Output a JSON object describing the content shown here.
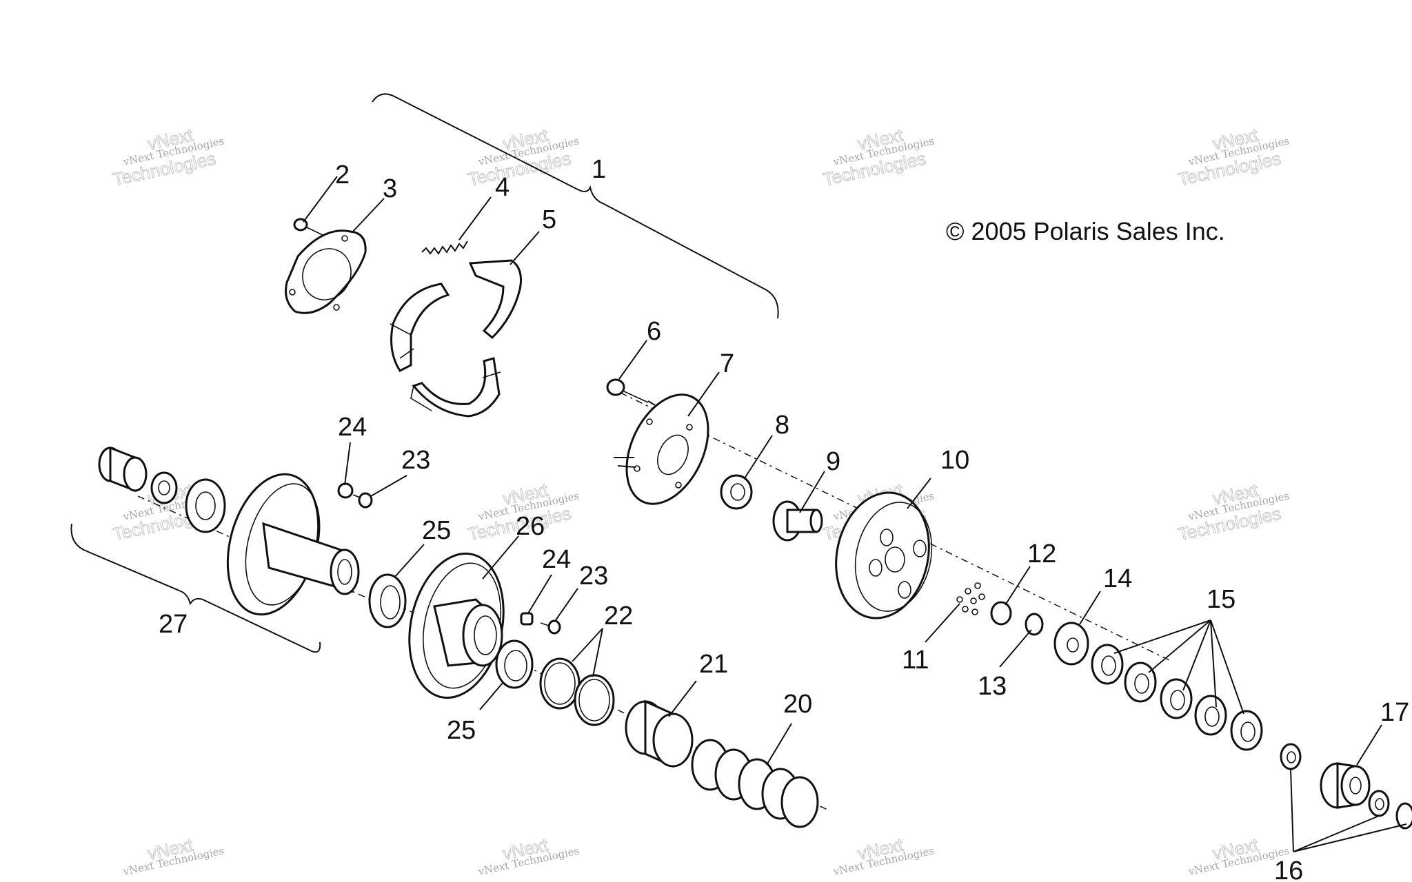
{
  "copyright": "© 2005 Polaris Sales Inc.",
  "watermark": {
    "line1": "vNext Technologies",
    "line2": "vNext",
    "line3": "Technologies"
  },
  "callouts": {
    "c1": "1",
    "c2": "2",
    "c3": "3",
    "c4": "4",
    "c5": "5",
    "c6": "6",
    "c7": "7",
    "c8": "8",
    "c9": "9",
    "c10": "10",
    "c11": "11",
    "c12": "12",
    "c13": "13",
    "c14": "14",
    "c15": "15",
    "c16": "16",
    "c17": "17",
    "c20": "20",
    "c21": "21",
    "c22": "22",
    "c23a": "23",
    "c23b": "23",
    "c24a": "24",
    "c24b": "24",
    "c25a": "25",
    "c25b": "25",
    "c26": "26",
    "c27": "27"
  }
}
